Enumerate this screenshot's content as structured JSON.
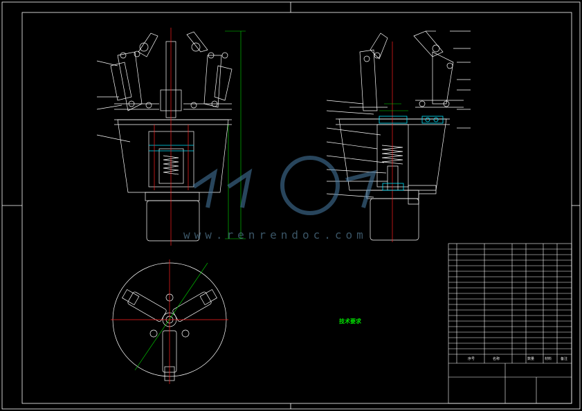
{
  "drawing": {
    "watermark_text": "www.renrendoc.com",
    "technical_requirements_title": "技术要求",
    "colors": {
      "background": "#000000",
      "outline": "#ffffff",
      "axis": "#ff2020",
      "dimension": "#00e000",
      "highlight": "#00e5ff",
      "watermark": "#4a7fa8"
    }
  },
  "title_block": {
    "headers": [
      "序号",
      "名称",
      "数量",
      "材料",
      "备注"
    ],
    "item_rows": 20
  }
}
